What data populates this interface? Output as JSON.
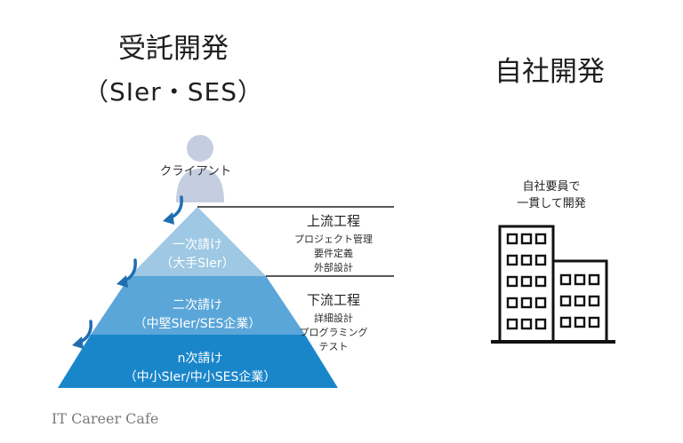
{
  "left": {
    "title": "受託開発",
    "subtitle": "（SIer・SES）",
    "client_label": "クライアント",
    "tiers": [
      {
        "line1": "一次請け",
        "line2": "（大手SIer）"
      },
      {
        "line1": "二次請け",
        "line2": "（中堅SIer/SES企業）"
      },
      {
        "line1": "n次請け",
        "line2": "（中小SIer/中小SES企業）"
      }
    ],
    "upstream": {
      "title": "上流工程",
      "items": [
        "プロジェクト管理",
        "要件定義",
        "外部設計"
      ]
    },
    "downstream": {
      "title": "下流工程",
      "items": [
        "詳細設計",
        "プログラミング",
        "テスト"
      ]
    }
  },
  "right": {
    "title": "自社開発",
    "caption_lines": [
      "自社要員で",
      "一貫して開発"
    ]
  },
  "footer": "IT Career Cafe",
  "colors": {
    "tier1": "#9ec8e3",
    "tier2": "#5aa6d8",
    "tier3": "#1a86ca",
    "client": "#c5cde0",
    "arrow": "#1f6fb0",
    "building": "#111111"
  }
}
